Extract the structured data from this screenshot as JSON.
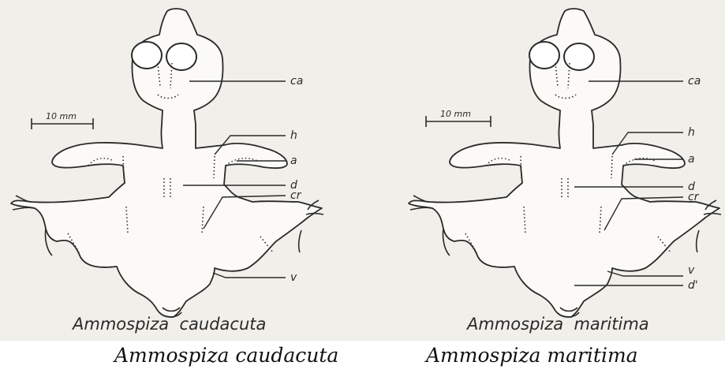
{
  "figure": {
    "left": {
      "plate_caption": "Ammospiza  caudacuta",
      "caption": "Ammospiza caudacuta",
      "scale": "10 mm",
      "labels": [
        "ca",
        "h",
        "a",
        "d",
        "cr",
        "v"
      ]
    },
    "right": {
      "plate_caption": "Ammospiza  maritima",
      "caption": "Ammospiza maritima",
      "scale": "10 mm",
      "labels": [
        "ca",
        "h",
        "a",
        "d",
        "cr",
        "v",
        "d'"
      ]
    }
  }
}
